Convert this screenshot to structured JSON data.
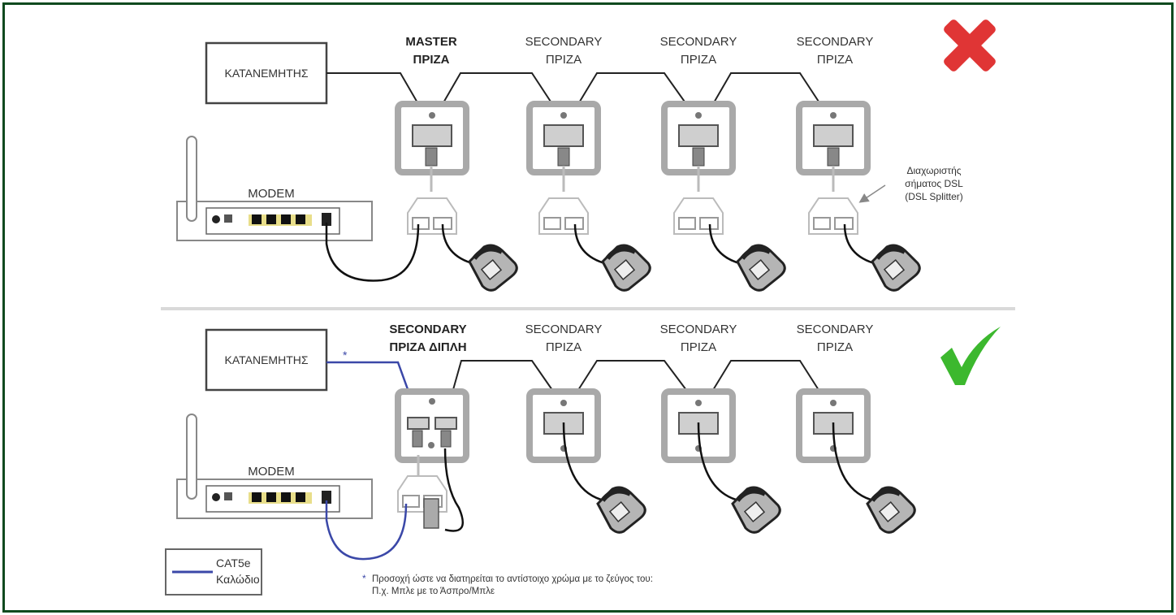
{
  "colors": {
    "frame_border": "#0f4a1f",
    "cat5e_cable": "#3b48a8",
    "phone_cable": "#111111",
    "outlet_gray": "#a9a9a9",
    "wrong_mark": "#e03535",
    "right_mark": "#3cb82e",
    "divider": "#d9d9d9"
  },
  "top_panel": {
    "status_icon": "wrong-x",
    "distributor_label": "ΚΑΤΑΝΕΜΗΤΗΣ",
    "modem_label": "MODEM",
    "outlets": [
      {
        "line1": "MASTER",
        "line2": "ΠΡΙΖΑ",
        "bold": true
      },
      {
        "line1": "SECONDARY",
        "line2": "ΠΡΙΖΑ",
        "bold": false
      },
      {
        "line1": "SECONDARY",
        "line2": "ΠΡΙΖΑ",
        "bold": false
      },
      {
        "line1": "SECONDARY",
        "line2": "ΠΡΙΖΑ",
        "bold": false
      }
    ],
    "splitter_note": [
      "Διαχωριστής",
      "σήματος DSL",
      "(DSL Splitter)"
    ]
  },
  "bottom_panel": {
    "status_icon": "correct-check",
    "distributor_label": "ΚΑΤΑΝΕΜΗΤΗΣ",
    "modem_label": "MODEM",
    "asterisk": "*",
    "outlets": [
      {
        "line1": "SECONDARY",
        "line2": "ΠΡΙΖΑ ΔΙΠΛΗ",
        "bold": true
      },
      {
        "line1": "SECONDARY",
        "line2": "ΠΡΙΖΑ",
        "bold": false
      },
      {
        "line1": "SECONDARY",
        "line2": "ΠΡΙΖΑ",
        "bold": false
      },
      {
        "line1": "SECONDARY",
        "line2": "ΠΡΙΖΑ",
        "bold": false
      }
    ],
    "legend": {
      "line1": "CAT5e",
      "line2": "Καλώδιο"
    },
    "footnote": {
      "mark": "*",
      "line1": "Προσοχή ώστε να διατηρείται το αντίστοιχο χρώμα με το ζεύγος του:",
      "line2": "Π.χ. Μπλε με το Άσπρο/Μπλε"
    }
  }
}
